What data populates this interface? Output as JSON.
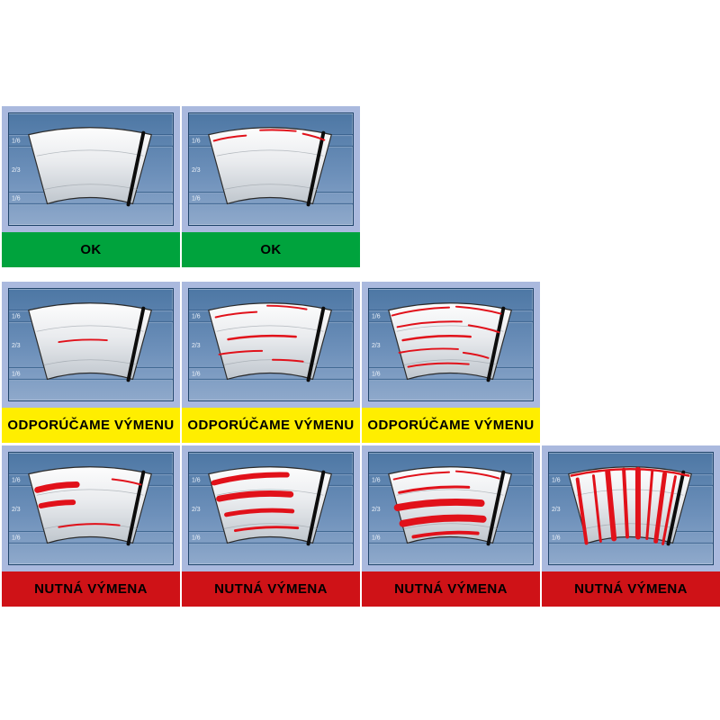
{
  "zones": [
    "1/6",
    "2/3",
    "1/6"
  ],
  "rows": [
    {
      "label": "OK",
      "band_color": "#00a33d",
      "cells": [
        {
          "wear": "clean"
        },
        {
          "wear": "light-edge-scratches"
        }
      ]
    },
    {
      "label": "ODPORÚČAME VÝMENU",
      "band_color": "#ffee00",
      "cells": [
        {
          "wear": "single-streak"
        },
        {
          "wear": "few-streaks"
        },
        {
          "wear": "many-streaks"
        }
      ]
    },
    {
      "label": "NUTNÁ VÝMENA",
      "band_color": "#cf1217",
      "cells": [
        {
          "wear": "thick-smears"
        },
        {
          "wear": "heavy-smears"
        },
        {
          "wear": "heavy-bands"
        },
        {
          "wear": "total-wear-vertical-stripes"
        }
      ]
    }
  ],
  "colors": {
    "cell_frame": "#aab9de",
    "panel_top": "#4d77a4",
    "panel_bottom": "#8fa9cb",
    "streak": "#e1111a",
    "glass_outline": "#2b2b2b",
    "blade": "#0d0d0d",
    "status_ok": "#00a33d",
    "status_recommend": "#ffee00",
    "status_required": "#cf1217"
  }
}
